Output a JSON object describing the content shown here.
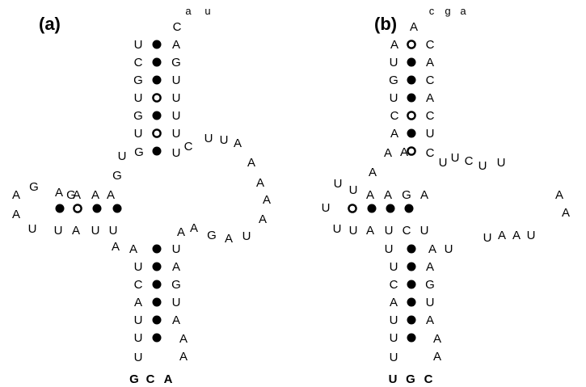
{
  "panels": [
    {
      "label": "(a)",
      "nucleotides": [
        "a",
        "u",
        "C",
        "U",
        "A",
        "C",
        "G",
        "G",
        "U",
        "U",
        "U",
        "G",
        "U",
        "U",
        "U",
        "U",
        "G",
        "U",
        "C",
        "U",
        "U",
        "A",
        "A",
        "A",
        "A",
        "A",
        "U",
        "G",
        "A",
        "A",
        "G",
        "A",
        "A",
        "G",
        "A",
        "A",
        "U",
        "U",
        "A",
        "U",
        "U",
        "A",
        "A",
        "U",
        "A",
        "A",
        "G",
        "A",
        "U",
        "A",
        "C",
        "G",
        "A",
        "U",
        "U",
        "A",
        "U",
        "A",
        "U",
        "A",
        "G",
        "C",
        "A"
      ],
      "pairs": [
        "wc",
        "wc",
        "wc",
        "gu",
        "wc",
        "gu",
        "wc",
        "wc",
        "gu",
        "wc",
        "wc",
        "wc",
        "wc",
        "wc",
        "wc",
        "wc",
        "wc"
      ]
    },
    {
      "label": "(b)",
      "nucleotides": [
        "c",
        "g",
        "a",
        "A",
        "A",
        "C",
        "U",
        "A",
        "G",
        "C",
        "U",
        "A",
        "C",
        "C",
        "A",
        "U",
        "A",
        "A",
        "C",
        "U",
        "U",
        "C",
        "U",
        "U",
        "A",
        "A",
        "A",
        "U",
        "U",
        "A",
        "A",
        "G",
        "A",
        "U",
        "U",
        "U",
        "A",
        "U",
        "C",
        "U",
        "U",
        "A",
        "U",
        "U",
        "A",
        "A",
        "U",
        "U",
        "A",
        "C",
        "G",
        "A",
        "U",
        "U",
        "A",
        "U",
        "A",
        "U",
        "A",
        "U",
        "G",
        "C"
      ],
      "pairs": [
        "gu",
        "wc",
        "wc",
        "wc",
        "gu",
        "wc",
        "gu",
        "gu",
        "wc",
        "wc",
        "wc",
        "wc",
        "wc",
        "wc",
        "wc",
        "wc",
        "wc"
      ]
    }
  ]
}
